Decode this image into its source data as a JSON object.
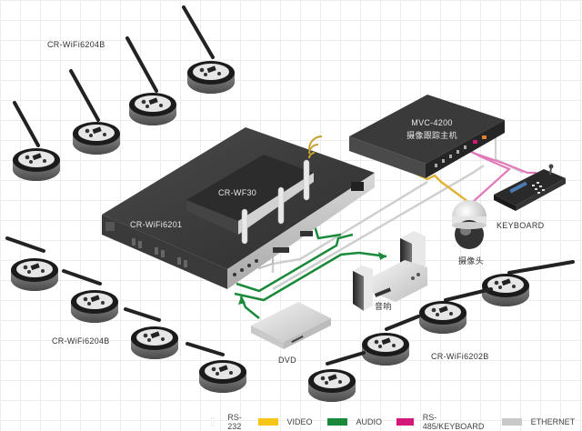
{
  "diagram": {
    "title": "Wireless conference system connection diagram",
    "devices": [
      {
        "id": "main_unit",
        "label": "CR-WiFi6201",
        "type": "rack-unit"
      },
      {
        "id": "ap",
        "label": "CR-WF30",
        "type": "wireless-access-point"
      },
      {
        "id": "tracker",
        "label_line1": "MVC-4200",
        "label_line2": "摄像跟踪主机",
        "type": "camera-tracking-host"
      },
      {
        "id": "keyboard",
        "label": "KEYBOARD",
        "type": "control-keyboard"
      },
      {
        "id": "camera",
        "label": "摄像头",
        "type": "dome-camera"
      },
      {
        "id": "speaker",
        "label": "音响",
        "type": "audio-system"
      },
      {
        "id": "dvd",
        "label": "DVD",
        "type": "dvd-player"
      },
      {
        "id": "mic_group_top",
        "label": "CR-WiFi6204B",
        "type": "microphone-group",
        "count": 4
      },
      {
        "id": "mic_group_left",
        "label": "CR-WiFi6204B",
        "type": "microphone-group",
        "count": 4
      },
      {
        "id": "mic_group_right",
        "label": "CR-WiFi6202B",
        "type": "microphone-group",
        "count": 4
      }
    ],
    "connections": [
      {
        "from": "main_unit",
        "to": "speaker",
        "kind": "audio"
      },
      {
        "from": "dvd",
        "to": "main_unit",
        "kind": "audio"
      },
      {
        "from": "main_unit",
        "to": "main_unit",
        "kind": "audio"
      },
      {
        "from": "ap",
        "to": "main_unit",
        "kind": "ethernet"
      },
      {
        "from": "main_unit",
        "to": "tracker",
        "kind": "ethernet"
      },
      {
        "from": "tracker",
        "to": "camera",
        "kind": "video"
      },
      {
        "from": "tracker",
        "to": "keyboard",
        "kind": "rs485"
      },
      {
        "from": "tracker",
        "to": "camera",
        "kind": "rs485"
      },
      {
        "from": "tracker",
        "to": "keyboard",
        "kind": "ethernet"
      }
    ]
  },
  "legend": [
    {
      "key": "rs232",
      "label": "RS-232",
      "color": "#ffffff"
    },
    {
      "key": "video",
      "label": "VIDEO",
      "color": "#f5c518"
    },
    {
      "key": "audio",
      "label": "AUDIO",
      "color": "#1a8a3a"
    },
    {
      "key": "rs485",
      "label": "RS-485/KEYBOARD",
      "color": "#d4187a"
    },
    {
      "key": "ethernet",
      "label": "ETHERNET",
      "color": "#c8c8c8"
    }
  ]
}
